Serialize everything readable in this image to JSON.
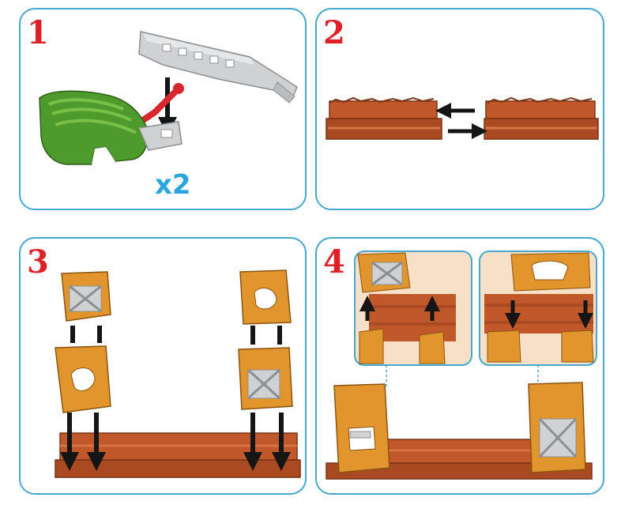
{
  "steps": [
    {
      "number": "1",
      "multiplier": "x2"
    },
    {
      "number": "2"
    },
    {
      "number": "3"
    },
    {
      "number": "4"
    }
  ],
  "colors": {
    "panel_border": "#45a9cf",
    "step_number": "#e02027",
    "multiplier": "#29a6dd",
    "track": "#c0582a",
    "rock": "#e1952c",
    "foliage": "#4f9a2c",
    "bridge_gray": "#cfd1d3",
    "lever_red": "#d8272e",
    "arrow": "#151515"
  },
  "icons": [
    "arrow-down-icon",
    "arrow-up-icon",
    "arrow-left-icon",
    "arrow-right-icon"
  ]
}
